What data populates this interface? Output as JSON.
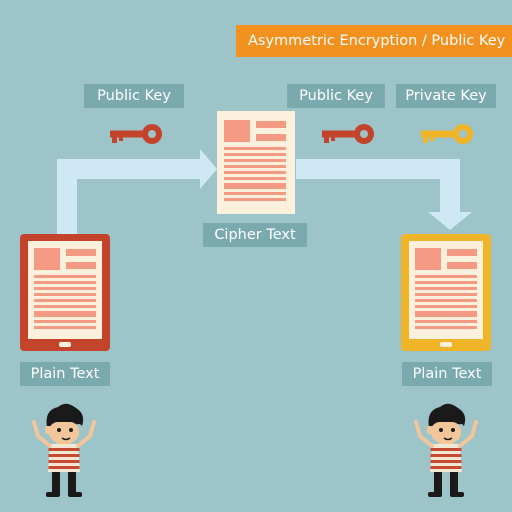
{
  "title": "Asymmetric Encryption / Public Key",
  "labels": {
    "public_key_left": "Public Key",
    "public_key_right": "Public Key",
    "private_key": "Private Key",
    "cipher_text": "Cipher Text",
    "plain_text_left": "Plain Text",
    "plain_text_right": "Plain Text"
  },
  "colors": {
    "background": "#9cc4c9",
    "banner": "#f3911f",
    "label_bg": "#7aa9ae",
    "arrow": "#cfe8f5",
    "public_key": "#c4432b",
    "private_key": "#f0b429",
    "sender_tablet": "#c4432b",
    "receiver_tablet": "#f0b429",
    "document_text": "#f49a82"
  }
}
